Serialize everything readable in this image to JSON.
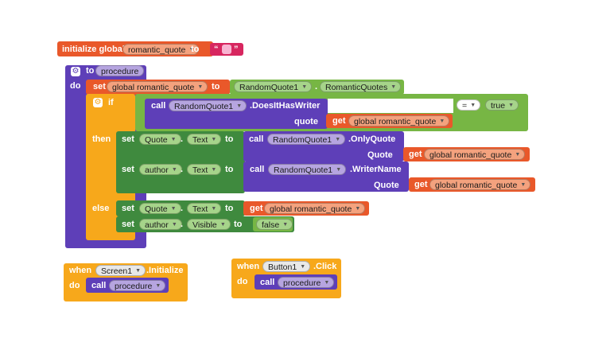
{
  "init": {
    "prefix": "initialize global",
    "var": "romantic_quote",
    "to": "to",
    "str_open": "“",
    "str_close": "”"
  },
  "proc": {
    "to": "to",
    "name": "procedure",
    "do": "do",
    "set1": {
      "set": "set",
      "var": "global romantic_quote",
      "to": "to",
      "component": "RandomQuote1",
      "dot": ".",
      "property": "RomanticQuotes"
    },
    "if": {
      "if": "if",
      "then": "then",
      "else": "else",
      "call": "call",
      "component": "RandomQuote1",
      "method": ".DoesItHasWriter",
      "param": "quote",
      "get": "get",
      "get_var": "global romantic_quote",
      "op": "=",
      "value": "true"
    },
    "then1": {
      "set": "set",
      "component": "Quote",
      "dot": ".",
      "property": "Text",
      "to": "to",
      "call": "call",
      "call_component": "RandomQuote1",
      "method": ".OnlyQuote",
      "param": "Quote",
      "get": "get",
      "get_var": "global romantic_quote"
    },
    "then2": {
      "set": "set",
      "component": "author",
      "dot": ".",
      "property": "Text",
      "to": "to",
      "call": "call",
      "call_component": "RandomQuote1",
      "method": ".WriterName",
      "param": "Quote",
      "get": "get",
      "get_var": "global romantic_quote"
    },
    "else1": {
      "set": "set",
      "component": "Quote",
      "dot": ".",
      "property": "Text",
      "to": "to",
      "get": "get",
      "get_var": "global romantic_quote"
    },
    "else2": {
      "set": "set",
      "component": "author",
      "dot": ".",
      "property": "Visible",
      "to": "to",
      "value": "false"
    }
  },
  "event1": {
    "when": "when",
    "component": "Screen1",
    "event": ".Initialize",
    "do": "do",
    "call": "call",
    "proc": "procedure"
  },
  "event2": {
    "when": "when",
    "component": "Button1",
    "event": ".Click",
    "do": "do",
    "call": "call",
    "proc": "procedure"
  },
  "colors": {
    "procedure": "#5e3fb8",
    "control": "#f7a81b",
    "variable": "#e9582a",
    "component": "#3f8a3e",
    "text": "#d7265f",
    "logic": "#77b644"
  }
}
